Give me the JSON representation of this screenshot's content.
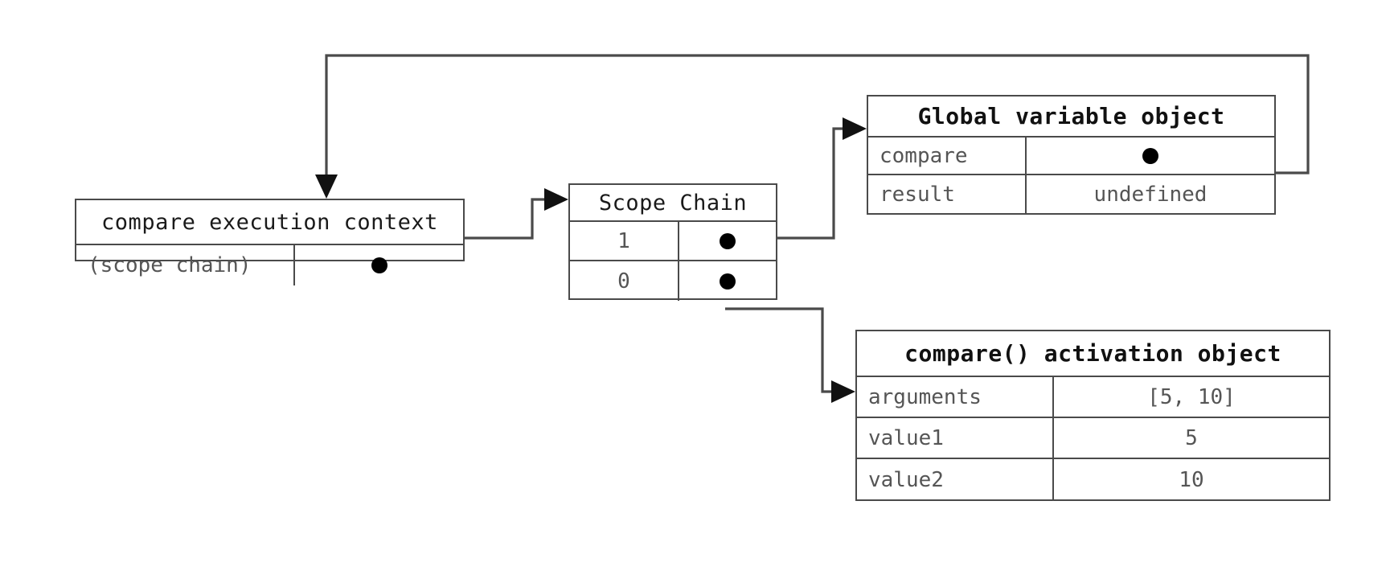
{
  "diagram": {
    "title": "JavaScript scope chain for compare() execution context",
    "colors": {
      "line": "#4a4a4a",
      "text": "#555555",
      "header_text": "#111111",
      "dot": "#000000",
      "background": "#ffffff"
    }
  },
  "execution_context": {
    "header": "compare execution context",
    "rows": [
      {
        "key": "(scope chain)",
        "value": "pointer-dot"
      }
    ]
  },
  "scope_chain": {
    "header": "Scope Chain",
    "rows": [
      {
        "index": "1",
        "value": "pointer-dot"
      },
      {
        "index": "0",
        "value": "pointer-dot"
      }
    ]
  },
  "global_variable_object": {
    "header": "Global variable object",
    "rows": [
      {
        "key": "compare",
        "value": "pointer-dot"
      },
      {
        "key": "result",
        "value": "undefined"
      }
    ]
  },
  "activation_object": {
    "header": "compare() activation object",
    "rows": [
      {
        "key": "arguments",
        "value": "[5, 10]"
      },
      {
        "key": "value1",
        "value": "5"
      },
      {
        "key": "value2",
        "value": "10"
      }
    ]
  },
  "connections": [
    {
      "name": "compare-fn-to-execution-context",
      "from": "global_variable_object.compare",
      "to": "execution_context.header"
    },
    {
      "name": "scope-chain-pointer",
      "from": "execution_context.(scope chain)",
      "to": "scope_chain.header"
    },
    {
      "name": "scope-index-1-to-global",
      "from": "scope_chain.1",
      "to": "global_variable_object.header"
    },
    {
      "name": "scope-index-0-to-activation",
      "from": "scope_chain.0",
      "to": "activation_object.header"
    }
  ]
}
